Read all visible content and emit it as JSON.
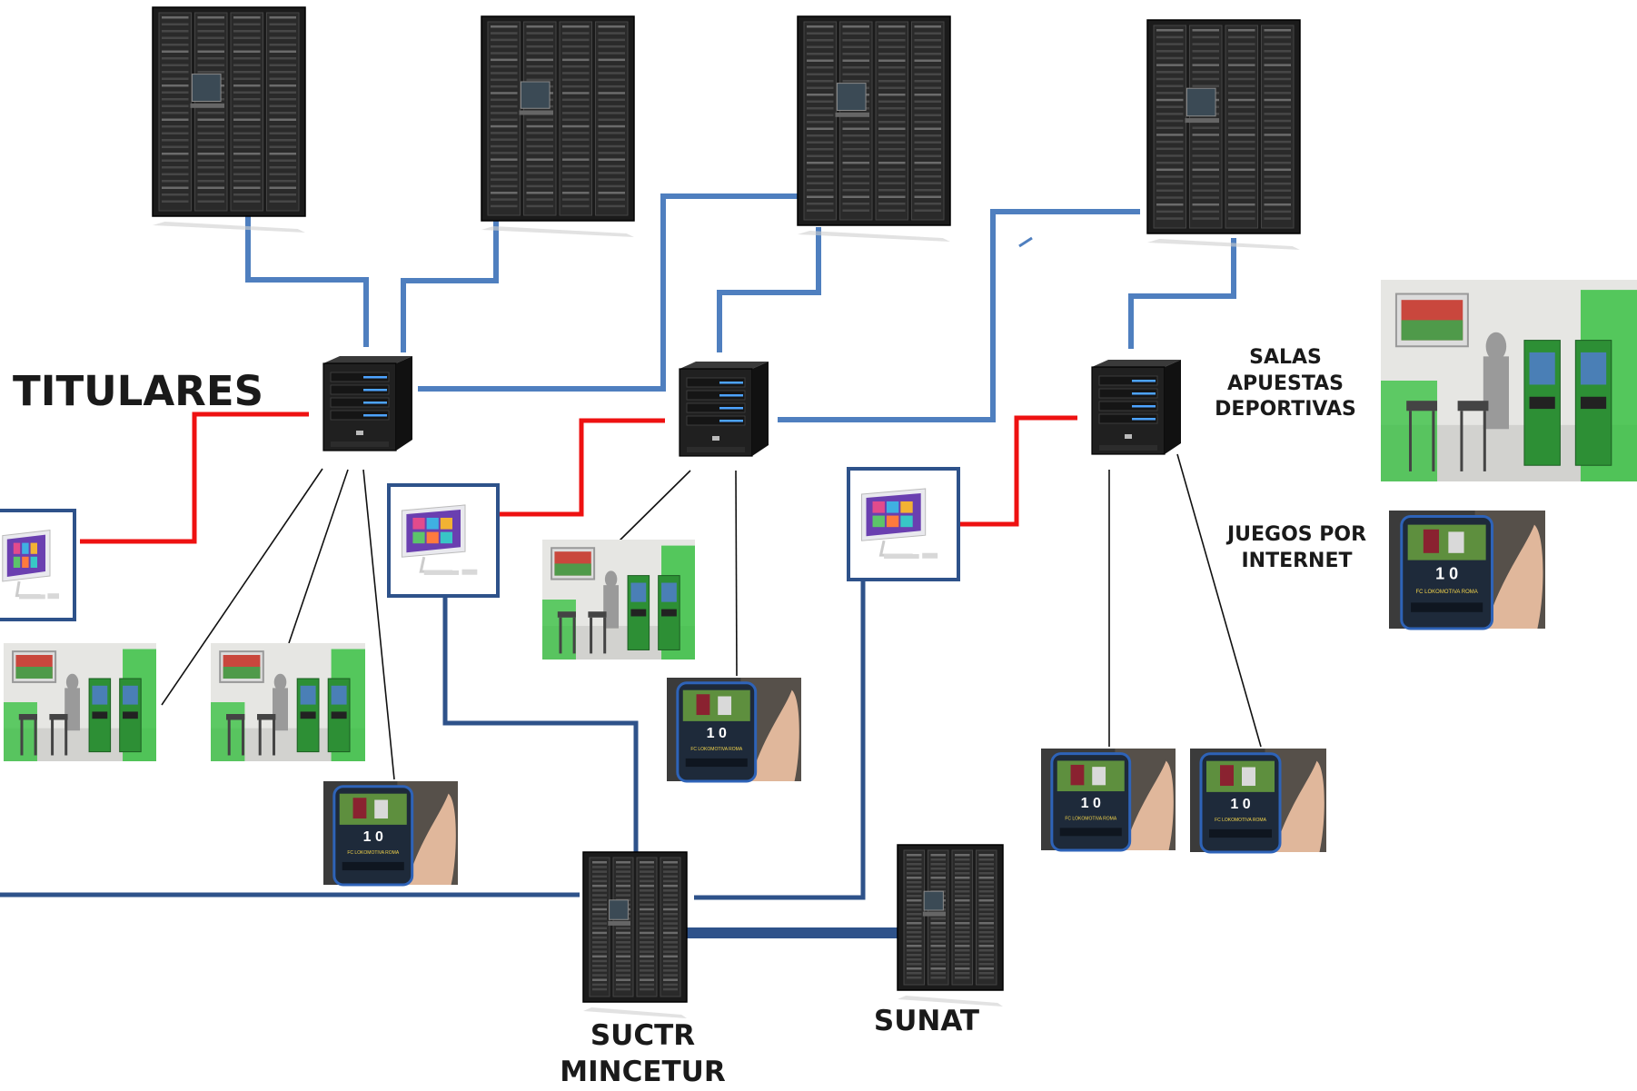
{
  "labels": {
    "titulares": "TITULARES",
    "salas": [
      "SALAS",
      "APUESTAS",
      "DEPORTIVAS"
    ],
    "juegos": [
      "JUEGOS POR",
      "INTERNET"
    ],
    "sunat": "SUNAT",
    "suctr": [
      "SUCTR",
      "MINCETUR"
    ]
  },
  "phone_screen": {
    "score": "1   0",
    "team_line": "FC LOKOMOTIVA ROMA"
  },
  "colors": {
    "network_link": "#4f7fbf",
    "admin_link": "#ee1111",
    "monitor_link": "#2e528a",
    "device_link": "#111111",
    "box_border": "#2e528a",
    "kiosk_green": "#2fbf3a"
  },
  "icons": {
    "rack_server": "datacenter-rack-icon",
    "tower_server": "tower-server-icon",
    "desktop": "all-in-one-pc-icon",
    "kiosk": "betting-hall-photo",
    "phone": "mobile-betting-photo"
  }
}
